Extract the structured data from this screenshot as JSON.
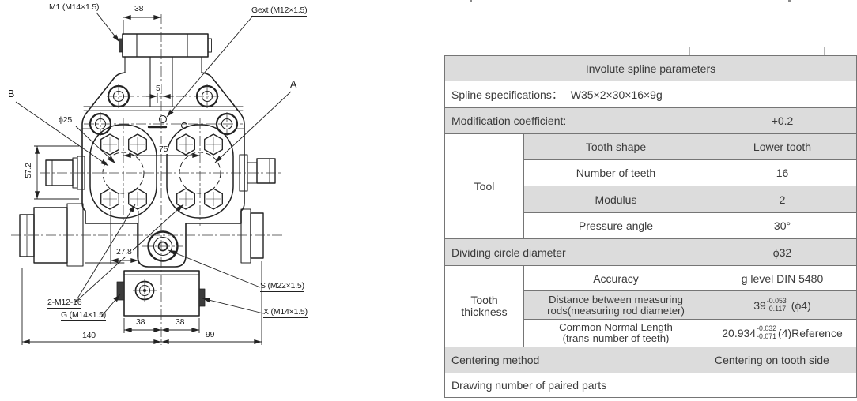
{
  "drawing": {
    "labels": {
      "m1": "M1 (M14×1.5)",
      "gext": "Gext (M12×1.5)",
      "view_b": "B",
      "view_a": "A",
      "phi25": "ϕ25",
      "note_2m12": "2-M12-16",
      "port_g": "G (M14×1.5)",
      "port_s": "S (M22×1.5)",
      "port_x": "X (M14×1.5)"
    },
    "dimensions": {
      "top_width": "38",
      "offset_5": "5",
      "height_572": "57.2",
      "bore_spacing_75": "75",
      "offset_278": "27.8",
      "bottom_left_38": "38",
      "bottom_right_38": "38",
      "overall_left_140": "140",
      "overall_right_99": "99"
    }
  },
  "table": {
    "title": "Involute spline parameters",
    "spline_spec_label": "Spline specifications：",
    "spline_spec_value": "W35×2×30×16×9g",
    "modification_label": "Modification coefficient:",
    "modification_value": "+0.2",
    "tool_group": "Tool",
    "tooth_shape_label": "Tooth shape",
    "tooth_shape_value": "Lower tooth",
    "num_teeth_label": "Number of teeth",
    "num_teeth_value": "16",
    "modulus_label": "Modulus",
    "modulus_value": "2",
    "pressure_angle_label": "Pressure angle",
    "pressure_angle_value": "30°",
    "dividing_circle_label": "Dividing circle diameter",
    "dividing_circle_value": "ϕ32",
    "tooth_thickness_l1": "Tooth",
    "tooth_thickness_l2": "thickness",
    "accuracy_label": "Accuracy",
    "accuracy_value": "g level DIN 5480",
    "rods_label_l1": "Distance between measuring",
    "rods_label_l2": "rods(measuring rod diameter)",
    "rods_value_main": "39",
    "rods_tol_up": "-0.053",
    "rods_tol_down": "-0.117",
    "rods_value_suffix": "(ϕ4)",
    "cnl_label_l1": "Common Normal Length",
    "cnl_label_l2": "(trans-number of teeth)",
    "cnl_value_main": "20.934",
    "cnl_tol_up": "-0.032",
    "cnl_tol_down": "-0.071",
    "cnl_value_suffix": "(4)Reference",
    "centering_label": "Centering method",
    "centering_value": "Centering on tooth side",
    "paired_label": "Drawing number of paired parts",
    "paired_value": ""
  }
}
